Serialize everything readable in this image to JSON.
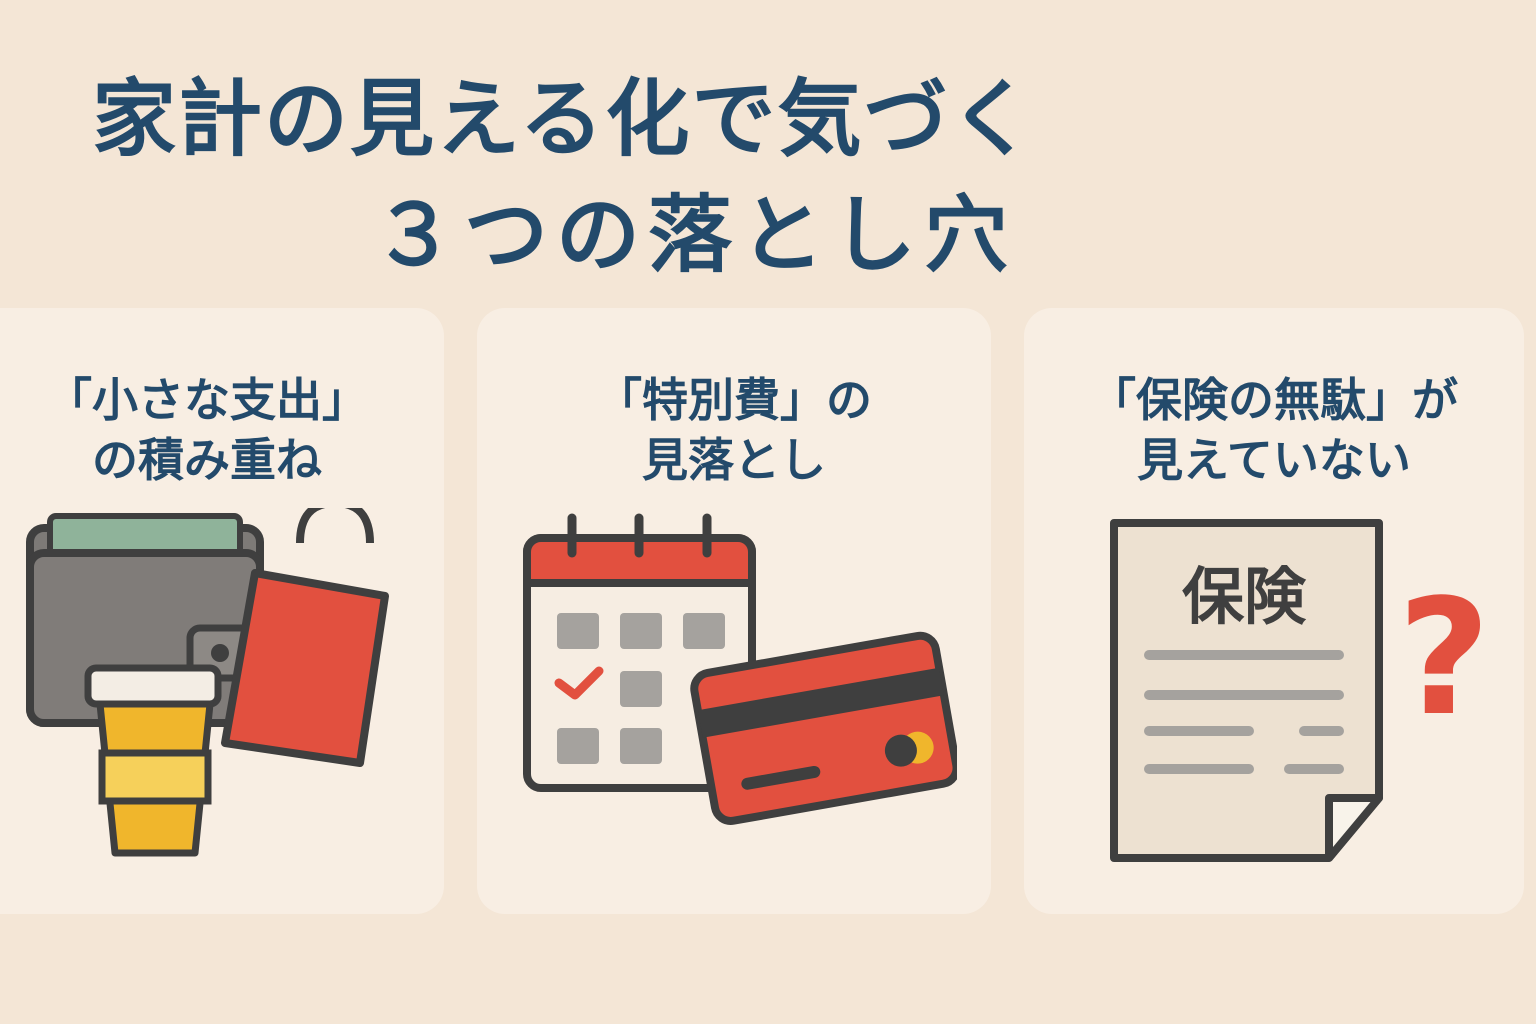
{
  "title": {
    "line1": "家計の見える化で気づく",
    "line2": "３つの落とし穴"
  },
  "cards": [
    {
      "line1": "「小さな支出」",
      "line2": "の積み重ね",
      "icons": [
        "wallet-icon",
        "shopping-bag-icon",
        "coffee-cup-icon"
      ]
    },
    {
      "line1": "「特別費」の",
      "line2": "見落とし",
      "icons": [
        "calendar-icon",
        "credit-card-icon"
      ]
    },
    {
      "line1": "「保険の無駄」が",
      "line2": "見えていない",
      "doc_label": "保険",
      "question_mark": "?",
      "icons": [
        "insurance-document-icon",
        "question-mark-icon"
      ]
    }
  ],
  "colors": {
    "background": "#f4e6d6",
    "card": "#f8eee3",
    "title": "#234a6b",
    "accent_red": "#e2503f",
    "accent_yellow": "#f0b62c",
    "gray": "#7d7a77",
    "outline": "#3f3f3f"
  }
}
